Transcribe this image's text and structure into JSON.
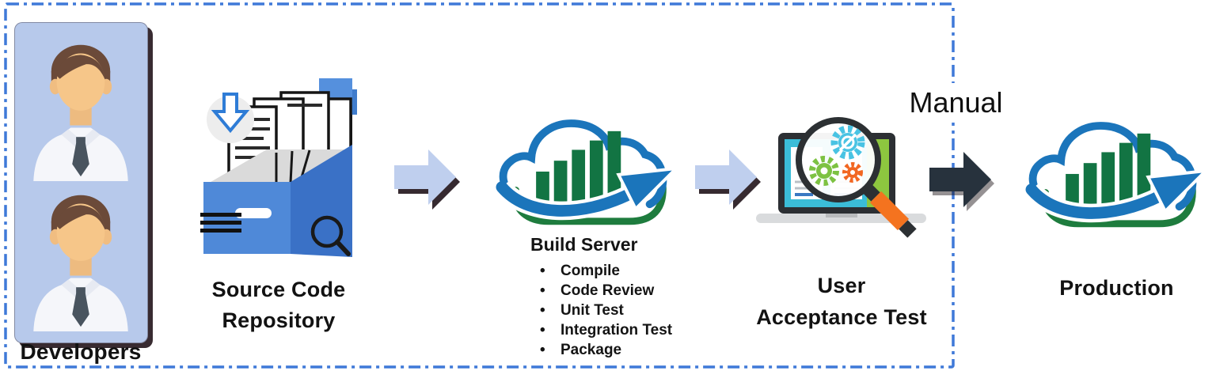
{
  "pipeline": {
    "developers": {
      "label": "Developers"
    },
    "source_repo": {
      "line1": "Source Code",
      "line2": "Repository"
    },
    "build_server": {
      "title": "Build Server",
      "tasks": [
        "Compile",
        "Code Review",
        "Unit Test",
        "Integration Test",
        "Package"
      ]
    },
    "uat": {
      "line1": "User",
      "line2": "Acceptance Test"
    },
    "manual_gate": {
      "label": "Manual"
    },
    "production": {
      "label": "Production"
    }
  },
  "colors": {
    "boundary_blue": "#3f79d8",
    "arrow_light": "#bfcfee",
    "arrow_dark": "#27323d",
    "cloud_blue": "#1b75bb",
    "cloud_green": "#1e7c3e",
    "bar_green": "#127443",
    "panel_blue": "#b7c9eb"
  }
}
